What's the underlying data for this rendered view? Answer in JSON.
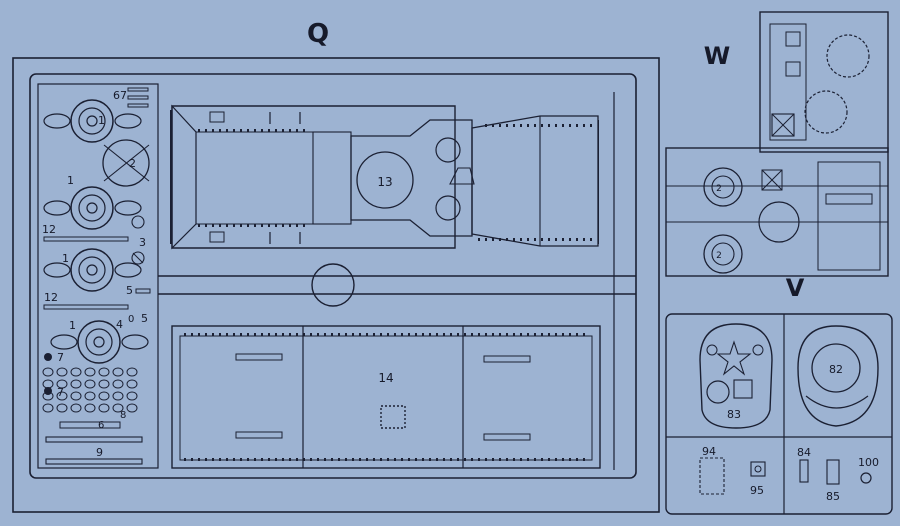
{
  "sprues": {
    "q": {
      "letter": "Q"
    },
    "w": {
      "letter": "W"
    },
    "v": {
      "letter": "V"
    }
  },
  "parts": {
    "q": [
      "67",
      "1",
      "2",
      "1",
      "12",
      "3",
      "1",
      "5",
      "12",
      "1",
      "4",
      "0",
      "5",
      "7",
      "7",
      "6",
      "8",
      "9",
      "13",
      "14"
    ],
    "w": [
      "2",
      "2"
    ],
    "v": [
      "82",
      "83",
      "94",
      "95",
      "84",
      "85",
      "100"
    ]
  },
  "colors": {
    "background": "#9db3d2",
    "line": "#1b2033"
  }
}
